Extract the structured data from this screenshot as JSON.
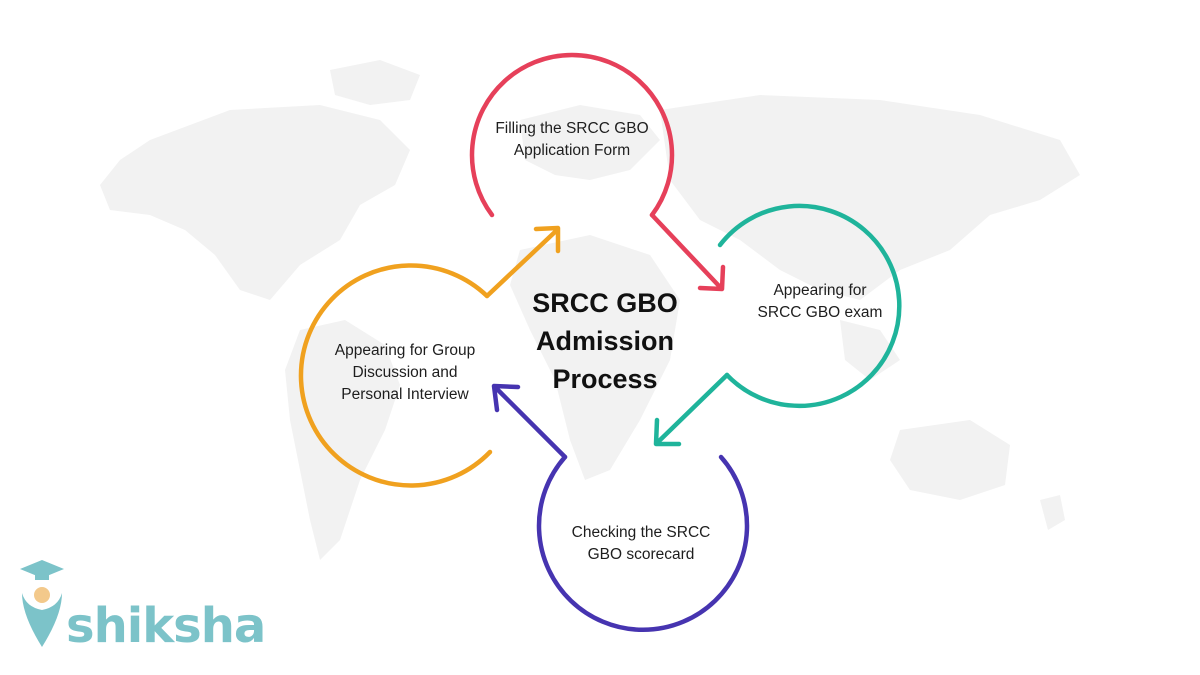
{
  "diagram": {
    "title_lines": [
      "SRCC GBO",
      "Admission",
      "Process"
    ],
    "steps": [
      {
        "id": "application",
        "lines": [
          "Filling the SRCC GBO",
          "Application Form"
        ],
        "color": "#e6405a"
      },
      {
        "id": "exam",
        "lines": [
          "Appearing for",
          "SRCC GBO exam"
        ],
        "color": "#1fb49b"
      },
      {
        "id": "scorecard",
        "lines": [
          "Checking the SRCC",
          "GBO scorecard"
        ],
        "color": "#4634b0"
      },
      {
        "id": "gd-pi",
        "lines": [
          "Appearing for Group",
          "Discussion and",
          "Personal Interview"
        ],
        "color": "#f0a11f"
      }
    ],
    "background": "world-map-silhouette"
  },
  "logo": {
    "text": "shiksha",
    "color": "#7cc3c9",
    "icon": "graduation-cap-icon"
  }
}
